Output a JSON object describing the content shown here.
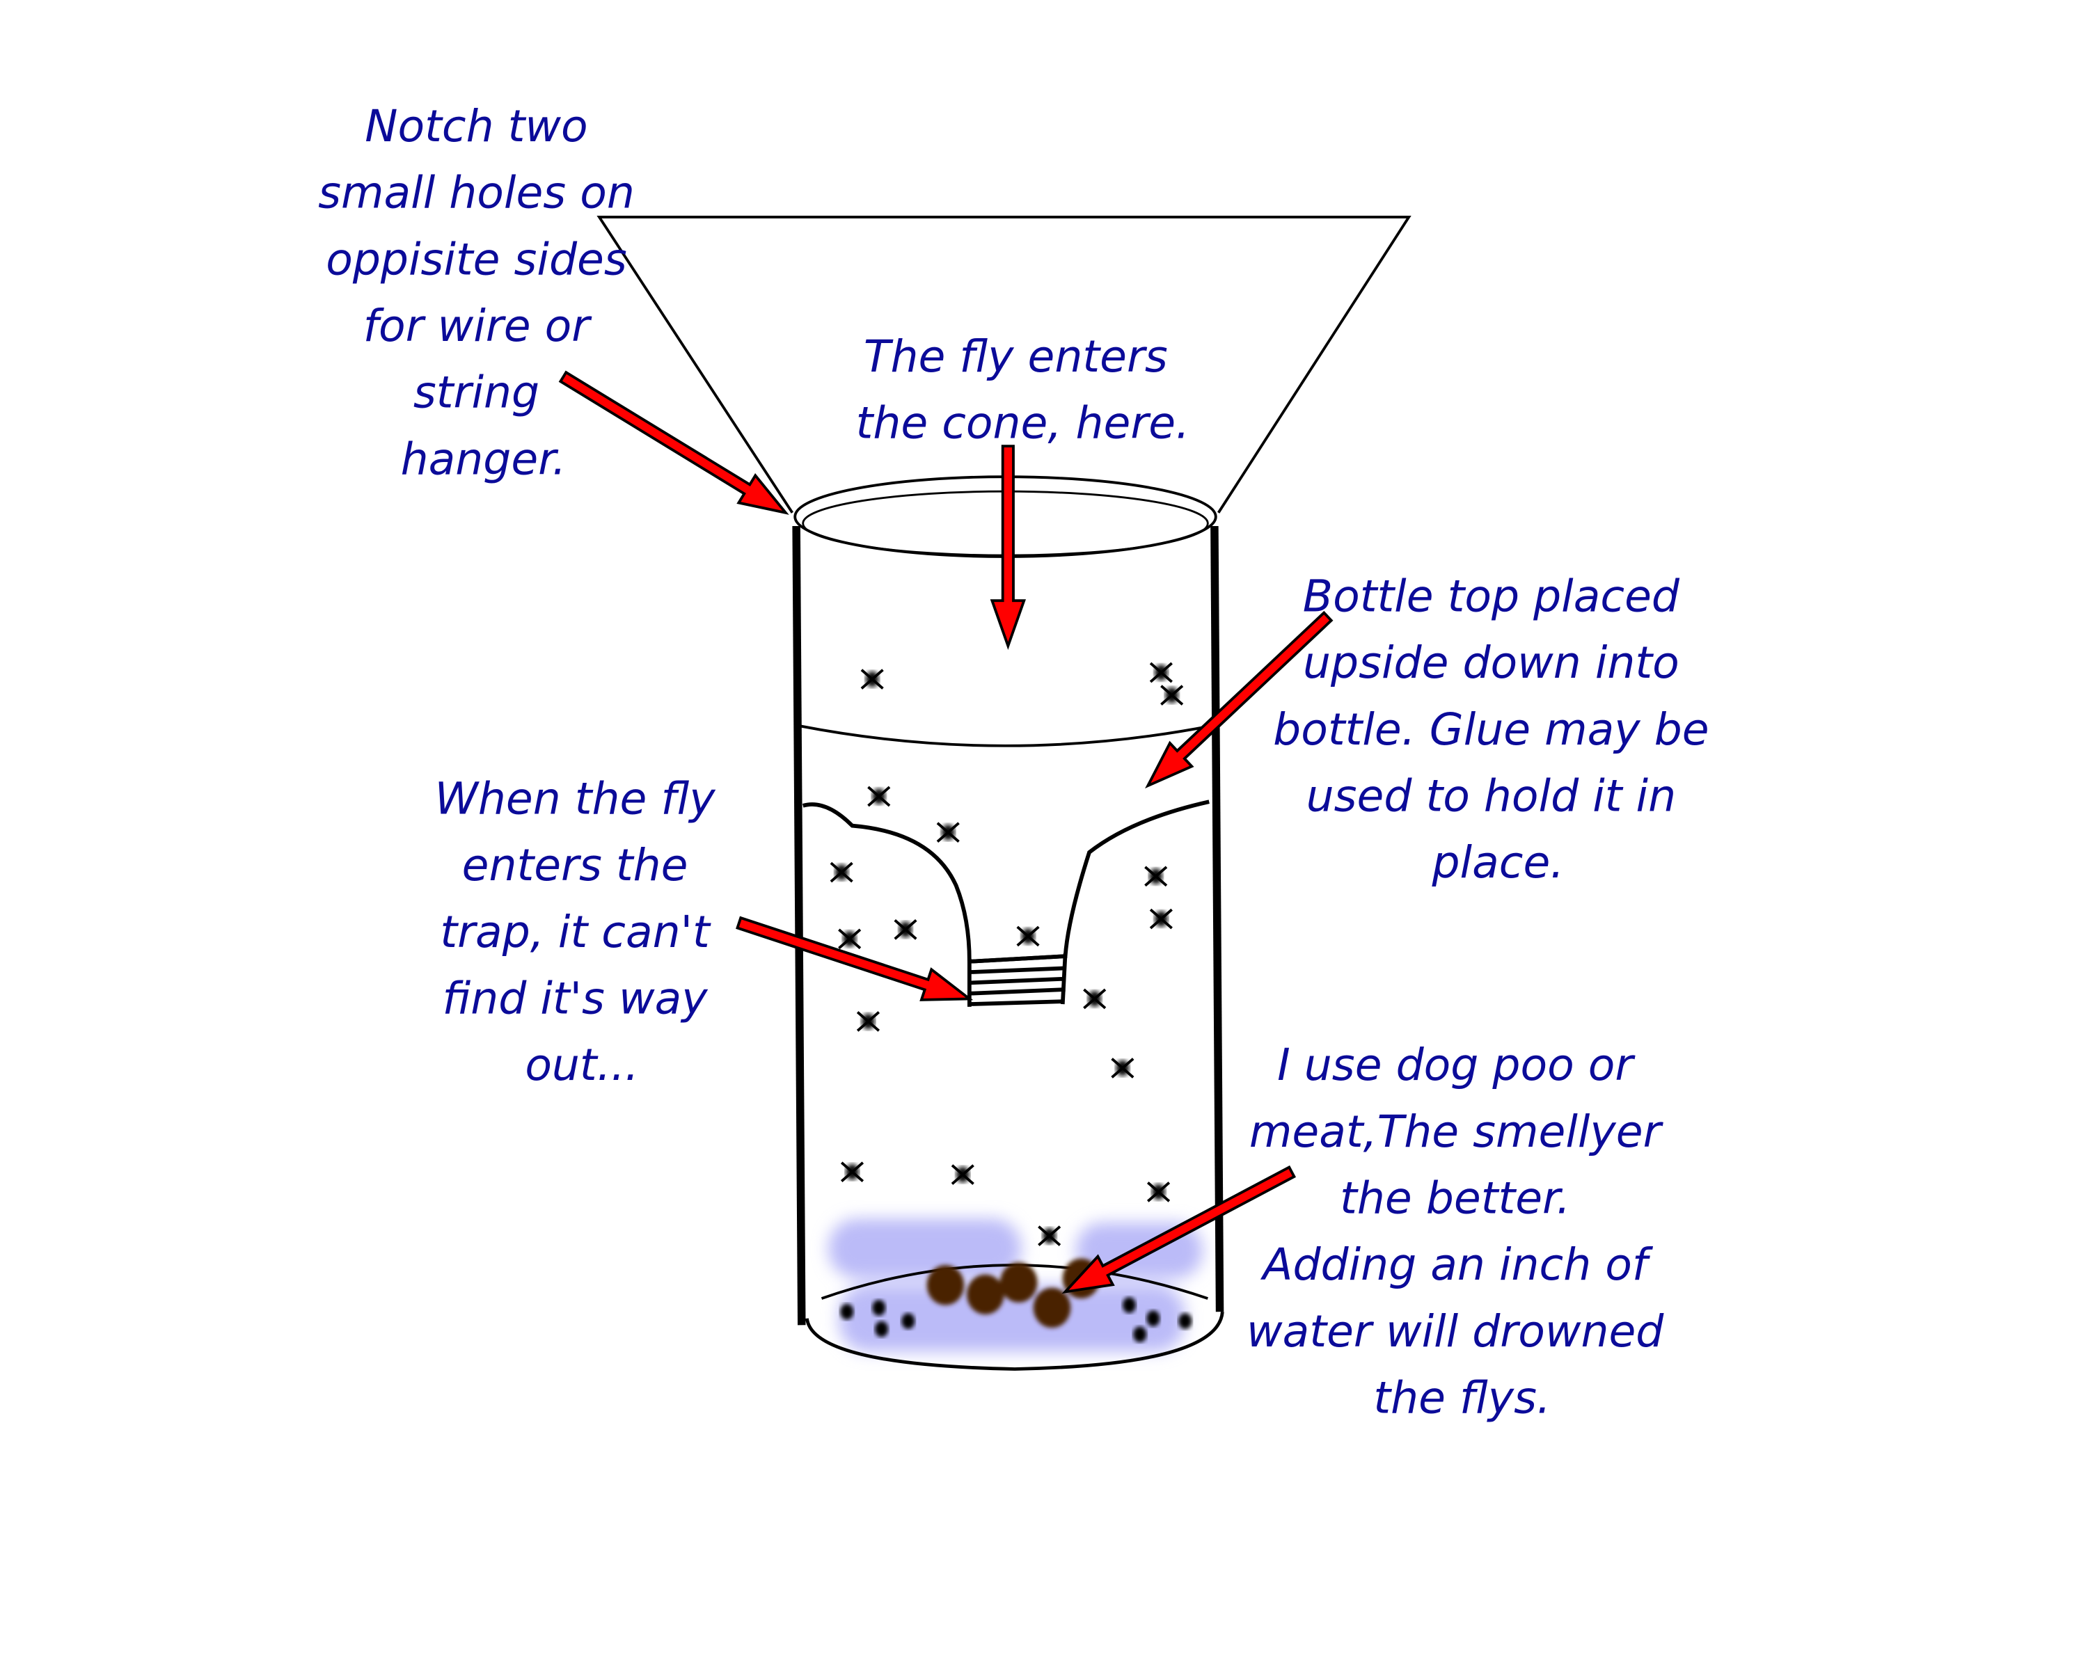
{
  "colors": {
    "text": "#0b0b99",
    "arrow": "#ff0000",
    "water": "#bbbbf8",
    "bait": "#4a2200"
  },
  "labels": {
    "hanger": [
      "Notch two",
      "small holes on",
      "oppisite sides",
      "for wire or",
      "string",
      "hanger."
    ],
    "cone": [
      "The fly enters",
      "the cone, here."
    ],
    "bottle_top": [
      "Bottle top placed",
      "upside down into",
      "bottle. Glue may be",
      "used to hold it in",
      "place."
    ],
    "trap": [
      "When the fly",
      "enters the",
      "trap, it can't",
      "find it's way",
      "out..."
    ],
    "bait": [
      "I use dog poo or",
      "meat,The smellyer",
      "the better.",
      "Adding an inch of",
      "water will drowned",
      "the flys."
    ]
  }
}
